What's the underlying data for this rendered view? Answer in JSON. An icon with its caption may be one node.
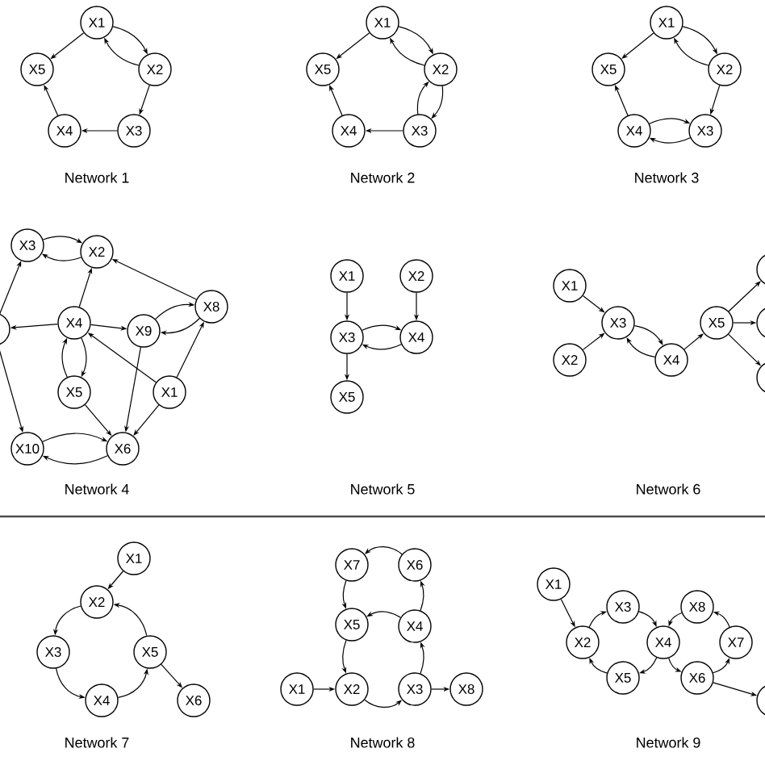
{
  "diagram": {
    "nodes": [
      {
        "text": [
          "X1"
        ]
      },
      {
        "text": [
          "X2"
        ]
      },
      {
        "text": [
          "X3"
        ]
      },
      {
        "text": [
          "X4"
        ]
      },
      {
        "text": [
          "X5"
        ]
      },
      {
        "text": [
          "X1"
        ]
      },
      {
        "text": [
          "X2"
        ]
      },
      {
        "text": [
          "X3"
        ]
      },
      {
        "text": [
          "X4"
        ]
      },
      {
        "text": [
          "X5"
        ]
      },
      {
        "text": [
          "X1"
        ]
      },
      {
        "text": [
          "X2"
        ]
      },
      {
        "text": [
          "X3"
        ]
      },
      {
        "text": [
          "X4"
        ]
      },
      {
        "text": [
          "X5"
        ]
      },
      {
        "text": [
          "X3"
        ]
      },
      {
        "text": [
          "X2"
        ]
      },
      {
        "text": [
          "X8"
        ]
      },
      {
        "text": [],
        "shape": "circle"
      },
      {
        "text": [
          "X4"
        ]
      },
      {
        "text": [
          "X9"
        ]
      },
      {
        "text": [
          "X5"
        ]
      },
      {
        "text": [
          "X1"
        ]
      },
      {
        "text": [
          "X10"
        ]
      },
      {
        "text": [
          "X6"
        ]
      },
      {
        "text": [
          "X1"
        ]
      },
      {
        "text": [
          "X2"
        ]
      },
      {
        "text": [
          "X3"
        ]
      },
      {
        "text": [
          "X4"
        ]
      },
      {
        "text": [
          "X5"
        ]
      },
      {
        "text": [
          "X1"
        ]
      },
      {
        "text": [],
        "shape": "circle"
      },
      {
        "text": [
          "X3"
        ]
      },
      {
        "text": [
          "X5"
        ]
      },
      {
        "text": [],
        "shape": "circle"
      },
      {
        "text": [
          "X2"
        ]
      },
      {
        "text": [
          "X4"
        ]
      },
      {
        "text": [],
        "shape": "circle"
      },
      {
        "text": [
          "X1"
        ]
      },
      {
        "text": [
          "X2"
        ]
      },
      {
        "text": [
          "X3"
        ]
      },
      {
        "text": [
          "X5"
        ]
      },
      {
        "text": [
          "X4"
        ]
      },
      {
        "text": [
          "X6"
        ]
      },
      {
        "text": [
          "X7"
        ]
      },
      {
        "text": [
          "X6"
        ]
      },
      {
        "text": [
          "X5"
        ]
      },
      {
        "text": [
          "X4"
        ]
      },
      {
        "text": [
          "X1"
        ]
      },
      {
        "text": [
          "X2"
        ]
      },
      {
        "text": [
          "X3"
        ]
      },
      {
        "text": [
          "X8"
        ]
      },
      {
        "text": [
          "X1"
        ]
      },
      {
        "text": [
          "X3"
        ]
      },
      {
        "text": [
          "X8"
        ]
      },
      {
        "text": [
          "X2"
        ]
      },
      {
        "text": [
          "X4"
        ]
      },
      {
        "text": [
          "X7"
        ]
      },
      {
        "text": [
          "X5"
        ]
      },
      {
        "text": [
          "X6"
        ]
      },
      {
        "text": [],
        "shape": "circle"
      }
    ],
    "edges": [
      {
        "from": 0,
        "to": 4,
        "arrow": "to"
      },
      {
        "from": 0,
        "to": 1,
        "arrow": "to"
      },
      {
        "from": 1,
        "to": 0,
        "arrow": "to"
      },
      {
        "from": 1,
        "to": 2,
        "arrow": "to"
      },
      {
        "from": 2,
        "to": 3,
        "arrow": "to"
      },
      {
        "from": 3,
        "to": 4,
        "arrow": "to"
      },
      {
        "from": 5,
        "to": 9,
        "arrow": "to"
      },
      {
        "from": 5,
        "to": 6,
        "arrow": "to"
      },
      {
        "from": 6,
        "to": 5,
        "arrow": "to"
      },
      {
        "from": 6,
        "to": 7,
        "arrow": "to"
      },
      {
        "from": 7,
        "to": 6,
        "arrow": "to"
      },
      {
        "from": 7,
        "to": 8,
        "arrow": "to"
      },
      {
        "from": 8,
        "to": 9,
        "arrow": "to"
      },
      {
        "from": 10,
        "to": 14,
        "arrow": "to"
      },
      {
        "from": 10,
        "to": 11,
        "arrow": "to"
      },
      {
        "from": 11,
        "to": 10,
        "arrow": "to"
      },
      {
        "from": 11,
        "to": 12,
        "arrow": "to"
      },
      {
        "from": 13,
        "to": 12,
        "arrow": "to"
      },
      {
        "from": 12,
        "to": 13,
        "arrow": "to"
      },
      {
        "from": 13,
        "to": 14,
        "arrow": "to"
      },
      {
        "from": 15,
        "to": 16,
        "arrow": "to"
      },
      {
        "from": 16,
        "to": 15,
        "arrow": "to"
      },
      {
        "from": 19,
        "to": 16,
        "arrow": "to"
      },
      {
        "from": 17,
        "to": 16,
        "arrow": "to"
      },
      {
        "from": 19,
        "to": 20,
        "arrow": "to"
      },
      {
        "from": 20,
        "to": 17,
        "arrow": "to"
      },
      {
        "from": 17,
        "to": 20,
        "arrow": "to"
      },
      {
        "from": 22,
        "to": 17,
        "arrow": "to"
      },
      {
        "from": 22,
        "to": 19,
        "arrow": "to"
      },
      {
        "from": 22,
        "to": 24,
        "arrow": "to"
      },
      {
        "from": 20,
        "to": 24,
        "arrow": "to"
      },
      {
        "from": 19,
        "to": 21,
        "arrow": "to"
      },
      {
        "from": 21,
        "to": 19,
        "arrow": "to"
      },
      {
        "from": 21,
        "to": 24,
        "arrow": "to"
      },
      {
        "from": 24,
        "to": 23,
        "arrow": "to"
      },
      {
        "from": 23,
        "to": 24,
        "arrow": "to"
      },
      {
        "from": 19,
        "to": 18,
        "arrow": "to"
      },
      {
        "from": 18,
        "to": 15,
        "arrow": "to"
      },
      {
        "from": 18,
        "to": 23,
        "arrow": "to"
      },
      {
        "from": 25,
        "to": 27,
        "arrow": "to"
      },
      {
        "from": 26,
        "to": 28,
        "arrow": "to"
      },
      {
        "from": 27,
        "to": 28,
        "arrow": "to"
      },
      {
        "from": 28,
        "to": 27,
        "arrow": "to"
      },
      {
        "from": 27,
        "to": 29,
        "arrow": "to"
      },
      {
        "from": 30,
        "to": 32,
        "arrow": "to"
      },
      {
        "from": 35,
        "to": 32,
        "arrow": "to"
      },
      {
        "from": 32,
        "to": 36,
        "arrow": "to"
      },
      {
        "from": 36,
        "to": 32,
        "arrow": "to"
      },
      {
        "from": 36,
        "to": 33,
        "arrow": "to"
      },
      {
        "from": 33,
        "to": 31,
        "arrow": "to"
      },
      {
        "from": 33,
        "to": 34,
        "arrow": "to"
      },
      {
        "from": 33,
        "to": 37,
        "arrow": "to"
      },
      {
        "from": 38,
        "to": 39,
        "arrow": "to"
      },
      {
        "from": 39,
        "to": 40,
        "arrow": "to"
      },
      {
        "from": 40,
        "to": 42,
        "arrow": "to"
      },
      {
        "from": 42,
        "to": 41,
        "arrow": "to"
      },
      {
        "from": 41,
        "to": 39,
        "arrow": "to"
      },
      {
        "from": 41,
        "to": 43,
        "arrow": "to"
      },
      {
        "from": 48,
        "to": 49,
        "arrow": "to"
      },
      {
        "from": 49,
        "to": 50,
        "arrow": "to"
      },
      {
        "from": 50,
        "to": 47,
        "arrow": "to"
      },
      {
        "from": 47,
        "to": 45,
        "arrow": "to"
      },
      {
        "from": 45,
        "to": 44,
        "arrow": "to"
      },
      {
        "from": 44,
        "to": 46,
        "arrow": "to"
      },
      {
        "from": 46,
        "to": 49,
        "arrow": "to"
      },
      {
        "from": 47,
        "to": 46,
        "arrow": "to"
      },
      {
        "from": 50,
        "to": 51,
        "arrow": "to"
      },
      {
        "from": 52,
        "to": 55,
        "arrow": "to"
      },
      {
        "from": 55,
        "to": 53,
        "arrow": "to"
      },
      {
        "from": 53,
        "to": 56,
        "arrow": "to"
      },
      {
        "from": 56,
        "to": 58,
        "arrow": "to"
      },
      {
        "from": 58,
        "to": 55,
        "arrow": "to"
      },
      {
        "from": 56,
        "to": 59,
        "arrow": "to"
      },
      {
        "from": 59,
        "to": 57,
        "arrow": "to"
      },
      {
        "from": 57,
        "to": 54,
        "arrow": "to"
      },
      {
        "from": 54,
        "to": 56,
        "arrow": "to"
      },
      {
        "from": 59,
        "to": 60,
        "arrow": "to"
      }
    ],
    "labels": [
      "Network 1",
      "Network 2",
      "Network 3",
      "Network 4",
      "Network 5",
      "Network 6",
      "Network 7",
      "Network 8",
      "Network 9"
    ]
  }
}
